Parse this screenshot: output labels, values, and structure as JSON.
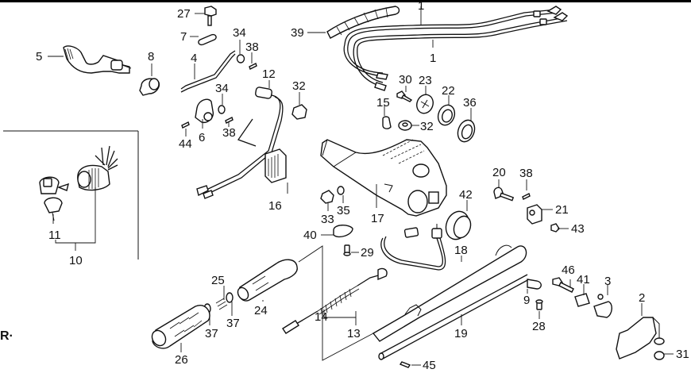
{
  "diagram": {
    "type": "exploded parts diagram",
    "subject": "Tiller handle / steering handle assembly",
    "corner_mark": "R·",
    "callouts": [
      {
        "id": "c1a",
        "label": "1",
        "part": "throttle cable"
      },
      {
        "id": "c1b",
        "label": "1",
        "part": "throttle cable"
      },
      {
        "id": "c2",
        "label": "2",
        "part": "bracket"
      },
      {
        "id": "c3",
        "label": "3",
        "part": "arm"
      },
      {
        "id": "c4",
        "label": "4",
        "part": "rod"
      },
      {
        "id": "c5",
        "label": "5",
        "part": "lever"
      },
      {
        "id": "c6",
        "label": "6",
        "part": "arm"
      },
      {
        "id": "c7",
        "label": "7",
        "part": "link"
      },
      {
        "id": "c8",
        "label": "8",
        "part": "clamp"
      },
      {
        "id": "c9",
        "label": "9",
        "part": "plate"
      },
      {
        "id": "c10",
        "label": "10",
        "part": "switch assembly"
      },
      {
        "id": "c11",
        "label": "11",
        "part": "key"
      },
      {
        "id": "c12",
        "label": "12",
        "part": "switch / harness"
      },
      {
        "id": "c13",
        "label": "13",
        "part": "cable assembly"
      },
      {
        "id": "c14",
        "label": "14",
        "part": "spring"
      },
      {
        "id": "c15",
        "label": "15",
        "part": "clip"
      },
      {
        "id": "c16",
        "label": "16",
        "part": "unit"
      },
      {
        "id": "c17",
        "label": "17",
        "part": "handle bracket"
      },
      {
        "id": "c18",
        "label": "18",
        "part": "handle pipe"
      },
      {
        "id": "c19",
        "label": "19",
        "part": "shaft"
      },
      {
        "id": "c20",
        "label": "20",
        "part": "bolt"
      },
      {
        "id": "c21",
        "label": "21",
        "part": "holder"
      },
      {
        "id": "c22",
        "label": "22",
        "part": "seal"
      },
      {
        "id": "c23",
        "label": "23",
        "part": "grommet"
      },
      {
        "id": "c24",
        "label": "24",
        "part": "grip holder"
      },
      {
        "id": "c25",
        "label": "25",
        "part": "spring"
      },
      {
        "id": "c26",
        "label": "26",
        "part": "grip"
      },
      {
        "id": "c27",
        "label": "27",
        "part": "bolt"
      },
      {
        "id": "c28",
        "label": "28",
        "part": "screw"
      },
      {
        "id": "c29",
        "label": "29",
        "part": "screw"
      },
      {
        "id": "c30",
        "label": "30",
        "part": "bolt"
      },
      {
        "id": "c31",
        "label": "31",
        "part": "nut"
      },
      {
        "id": "c32a",
        "label": "32",
        "part": "nut"
      },
      {
        "id": "c32b",
        "label": "32",
        "part": "nut"
      },
      {
        "id": "c33",
        "label": "33",
        "part": "nut"
      },
      {
        "id": "c34a",
        "label": "34",
        "part": "washer"
      },
      {
        "id": "c34b",
        "label": "34",
        "part": "washer"
      },
      {
        "id": "c35",
        "label": "35",
        "part": "washer"
      },
      {
        "id": "c36",
        "label": "36",
        "part": "seal"
      },
      {
        "id": "c37a",
        "label": "37",
        "part": "washer"
      },
      {
        "id": "c37b",
        "label": "37",
        "part": "washer"
      },
      {
        "id": "c38a",
        "label": "38",
        "part": "pin"
      },
      {
        "id": "c38b",
        "label": "38",
        "part": "pin"
      },
      {
        "id": "c38c",
        "label": "38",
        "part": "pin"
      },
      {
        "id": "c39",
        "label": "39",
        "part": "spiral tube"
      },
      {
        "id": "c40",
        "label": "40",
        "part": "clamp"
      },
      {
        "id": "c41",
        "label": "41",
        "part": "collar"
      },
      {
        "id": "c42",
        "label": "42",
        "part": "grommet"
      },
      {
        "id": "c43",
        "label": "43",
        "part": "nut"
      },
      {
        "id": "c44",
        "label": "44",
        "part": "pin"
      },
      {
        "id": "c45",
        "label": "45",
        "part": "pin"
      },
      {
        "id": "c46",
        "label": "46",
        "part": "bolt"
      }
    ]
  }
}
